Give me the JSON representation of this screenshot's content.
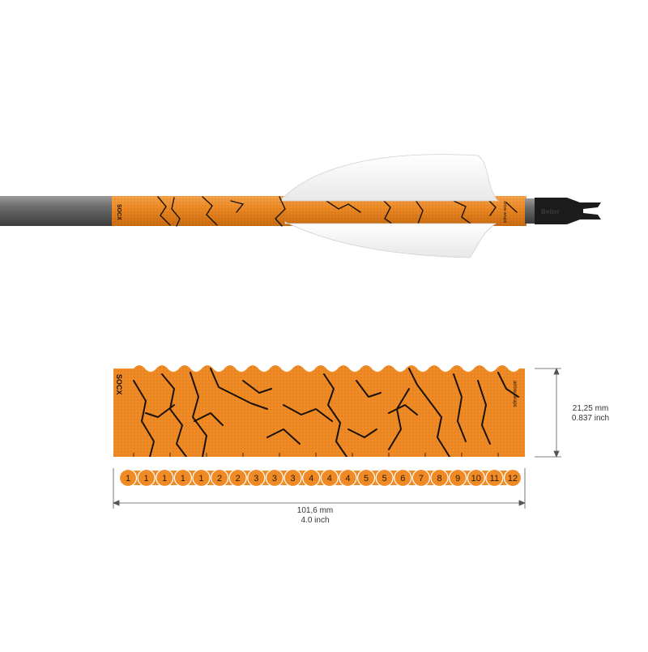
{
  "arrow": {
    "shaft_color": "#6b6b6b",
    "wrap_color": "#f08a24",
    "crack_color": "#1a1208",
    "vane_color": "#ffffff",
    "nock_color": "#1c1c1c",
    "wrap_brand": "SOCX",
    "wrap_sub": "arrow wraps",
    "nock_brand": "Beiter"
  },
  "wrap_flat": {
    "brand": "SOCX",
    "sub": "arrow wraps",
    "color": "#f08a24"
  },
  "strip": {
    "color": "#f08a24",
    "numbers": [
      "1",
      "1",
      "1",
      "1",
      "1",
      "2",
      "2",
      "3",
      "3",
      "3",
      "4",
      "4",
      "4",
      "5",
      "5",
      "6",
      "7",
      "8",
      "9",
      "10",
      "11",
      "12"
    ]
  },
  "dimensions": {
    "height_mm": "21,25 mm",
    "height_in": "0.837 inch",
    "width_mm": "101,6 mm",
    "width_in": "4.0 inch"
  }
}
